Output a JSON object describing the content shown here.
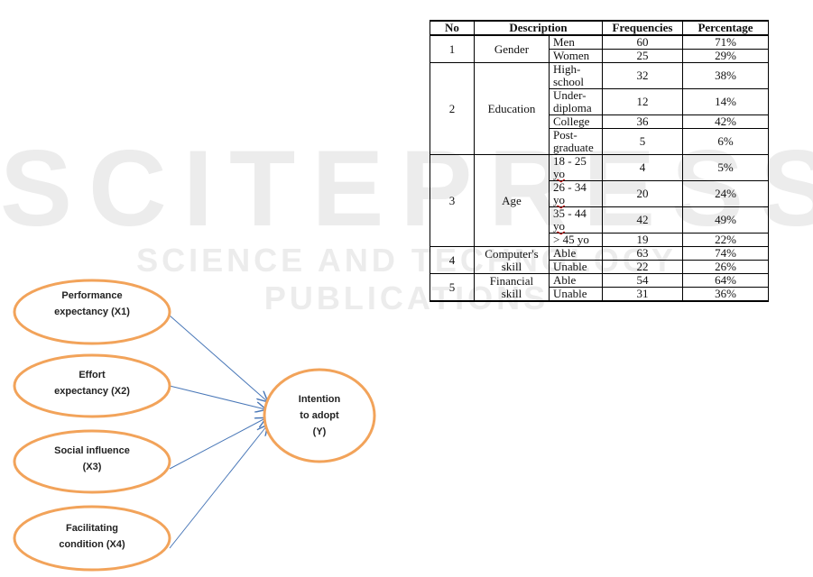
{
  "watermark": {
    "big": "SCITEPRESS",
    "small": "SCIENCE AND TECHNOLOGY PUBLICATIONS"
  },
  "diagram": {
    "nodes": [
      {
        "id": "x1",
        "lines": [
          "Performance",
          "expectancy (X1)"
        ]
      },
      {
        "id": "x2",
        "lines": [
          "Effort",
          "expectancy (X2)"
        ]
      },
      {
        "id": "x3",
        "lines": [
          "Social influence",
          "(X3)"
        ]
      },
      {
        "id": "x4",
        "lines": [
          "Facilitating",
          "condition (X4)"
        ]
      },
      {
        "id": "y",
        "lines": [
          "Intention",
          "to adopt",
          "(Y)"
        ]
      }
    ],
    "colors": {
      "node_border": "#f2a35a",
      "arrow": "#4a78b8"
    }
  },
  "table": {
    "headers": {
      "no": "No",
      "description": "Description",
      "frequencies": "Frequencies",
      "percentage": "Percentage"
    },
    "groups": [
      {
        "no": "1",
        "label": "Gender",
        "rows": [
          {
            "option": "Men",
            "freq": "60",
            "pct": "71%"
          },
          {
            "option": "Women",
            "freq": "25",
            "pct": "29%"
          }
        ]
      },
      {
        "no": "2",
        "label": "Education",
        "rows": [
          {
            "option_lines": [
              "High-",
              "school"
            ],
            "freq": "32",
            "pct": "38%"
          },
          {
            "option_lines": [
              "Under-",
              "diploma"
            ],
            "freq": "12",
            "pct": "14%"
          },
          {
            "option": "College",
            "freq": "36",
            "pct": "42%"
          },
          {
            "option_lines": [
              "Post-",
              "graduate"
            ],
            "freq": "5",
            "pct": "6%"
          }
        ]
      },
      {
        "no": "3",
        "label": "Age",
        "rows": [
          {
            "option_lines": [
              "18 - 25",
              "yo"
            ],
            "freq": "4",
            "pct": "5%"
          },
          {
            "option_lines": [
              "26 - 34",
              "yo"
            ],
            "freq": "20",
            "pct": "24%"
          },
          {
            "option_lines": [
              "35 - 44",
              "yo"
            ],
            "freq": "42",
            "pct": "49%"
          },
          {
            "option": "> 45 yo",
            "freq": "19",
            "pct": "22%"
          }
        ]
      },
      {
        "no": "4",
        "label_lines": [
          "Computer's",
          "skill"
        ],
        "rows": [
          {
            "option": "Able",
            "freq": "63",
            "pct": "74%"
          },
          {
            "option": "Unable",
            "freq": "22",
            "pct": "26%"
          }
        ]
      },
      {
        "no": "5",
        "label_lines": [
          "Financial",
          "skill"
        ],
        "rows": [
          {
            "option": "Able",
            "freq": "54",
            "pct": "64%"
          },
          {
            "option": "Unable",
            "freq": "31",
            "pct": "36%"
          }
        ]
      }
    ]
  }
}
